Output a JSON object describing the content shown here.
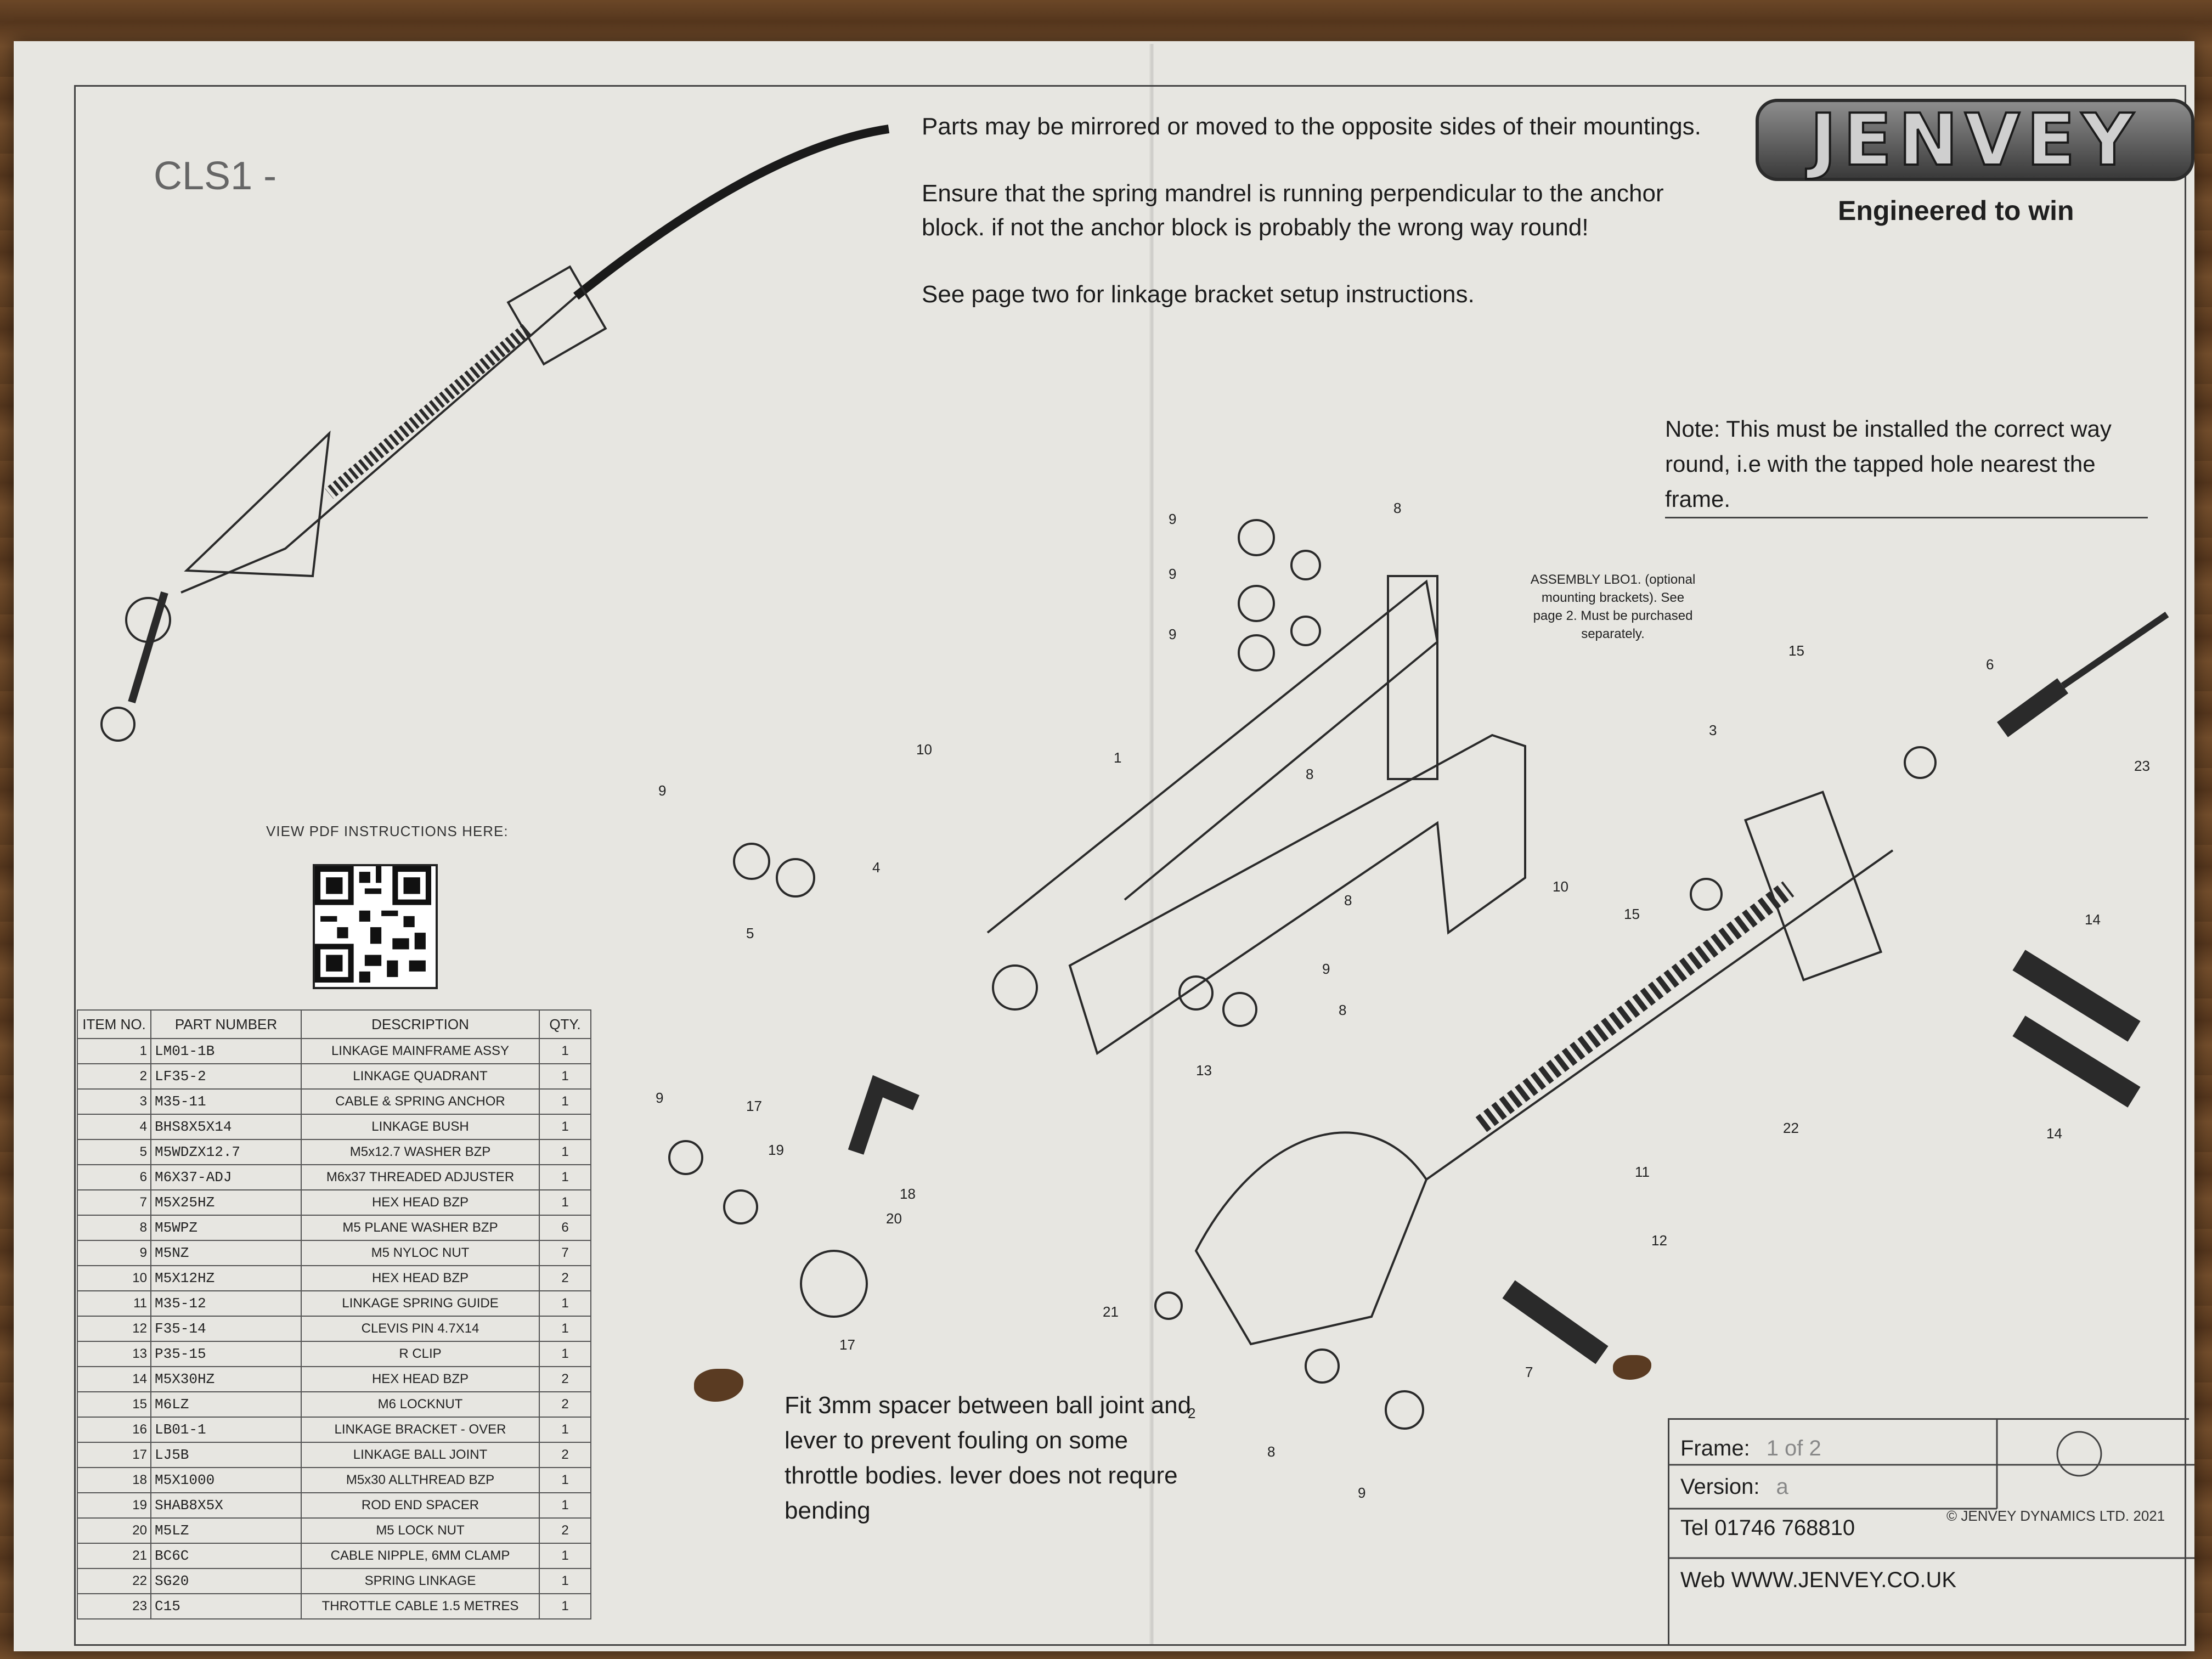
{
  "header": {
    "model_code": "CLS1 -",
    "logo_text": "JENVEY",
    "tagline": "Engineered to win"
  },
  "instructions": [
    "Parts may be mirrored or moved to the opposite sides of their mountings.",
    "Ensure that the spring mandrel is running perpendicular to the anchor block. if not the anchor block is probably the wrong way round!",
    "See page two for linkage bracket setup instructions."
  ],
  "note": "Note: This must be installed the correct way round, i.e with the tapped hole nearest the frame.",
  "assembly_note": "ASSEMBLY LBO1. (optional mounting brackets). See page 2. Must be purchased separately.",
  "spacer_note": "Fit 3mm spacer between ball joint and lever to prevent fouling on some throttle bodies. lever does not requre bending",
  "qr_label": "VIEW PDF INSTRUCTIONS HERE:",
  "bom": {
    "headers": [
      "ITEM NO.",
      "PART NUMBER",
      "DESCRIPTION",
      "QTY."
    ],
    "rows": [
      [
        "1",
        "LM01-1B",
        "LINKAGE MAINFRAME ASSY",
        "1"
      ],
      [
        "2",
        "LF35-2",
        "LINKAGE QUADRANT",
        "1"
      ],
      [
        "3",
        "M35-11",
        "CABLE & SPRING ANCHOR",
        "1"
      ],
      [
        "4",
        "BHS8X5X14",
        "LINKAGE BUSH",
        "1"
      ],
      [
        "5",
        "M5WDZX12.7",
        "M5x12.7 WASHER BZP",
        "1"
      ],
      [
        "6",
        "M6X37-ADJ",
        "M6x37 THREADED ADJUSTER",
        "1"
      ],
      [
        "7",
        "M5X25HZ",
        "HEX HEAD BZP",
        "1"
      ],
      [
        "8",
        "M5WPZ",
        "M5 PLANE WASHER BZP",
        "6"
      ],
      [
        "9",
        "M5NZ",
        "M5 NYLOC NUT",
        "7"
      ],
      [
        "10",
        "M5X12HZ",
        "HEX HEAD BZP",
        "2"
      ],
      [
        "11",
        "M35-12",
        "LINKAGE SPRING GUIDE",
        "1"
      ],
      [
        "12",
        "F35-14",
        "CLEVIS PIN 4.7X14",
        "1"
      ],
      [
        "13",
        "P35-15",
        "R CLIP",
        "1"
      ],
      [
        "14",
        "M5X30HZ",
        "HEX HEAD BZP",
        "2"
      ],
      [
        "15",
        "M6LZ",
        "M6 LOCKNUT",
        "2"
      ],
      [
        "16",
        "LB01-1",
        "LINKAGE BRACKET - OVER",
        "1"
      ],
      [
        "17",
        "LJ5B",
        "LINKAGE BALL JOINT",
        "2"
      ],
      [
        "18",
        "M5X1000",
        "M5x30 ALLTHREAD BZP",
        "1"
      ],
      [
        "19",
        "SHAB8X5X",
        "ROD END SPACER",
        "1"
      ],
      [
        "20",
        "M5LZ",
        "M5 LOCK NUT",
        "2"
      ],
      [
        "21",
        "BC6C",
        "CABLE NIPPLE, 6MM CLAMP",
        "1"
      ],
      [
        "22",
        "SG20",
        "SPRING LINKAGE",
        "1"
      ],
      [
        "23",
        "C15",
        "THROTTLE CABLE 1.5 METRES",
        "1"
      ]
    ]
  },
  "titleblock": {
    "frame_label": "Frame:",
    "frame_value": "1 of 2",
    "version_label": "Version:",
    "version_value": "a",
    "tel": "Tel 01746 768810",
    "copyright": "© JENVEY DYNAMICS LTD. 2021",
    "web": "Web WWW.JENVEY.CO.UK"
  },
  "callouts": [
    "9",
    "8",
    "9",
    "9",
    "8",
    "1",
    "10",
    "9",
    "5",
    "4",
    "8",
    "9",
    "8",
    "13",
    "15",
    "10",
    "3",
    "15",
    "6",
    "23",
    "14",
    "14",
    "22",
    "11",
    "12",
    "7",
    "2",
    "8",
    "9",
    "21",
    "17",
    "9",
    "19",
    "18",
    "20",
    "17"
  ]
}
